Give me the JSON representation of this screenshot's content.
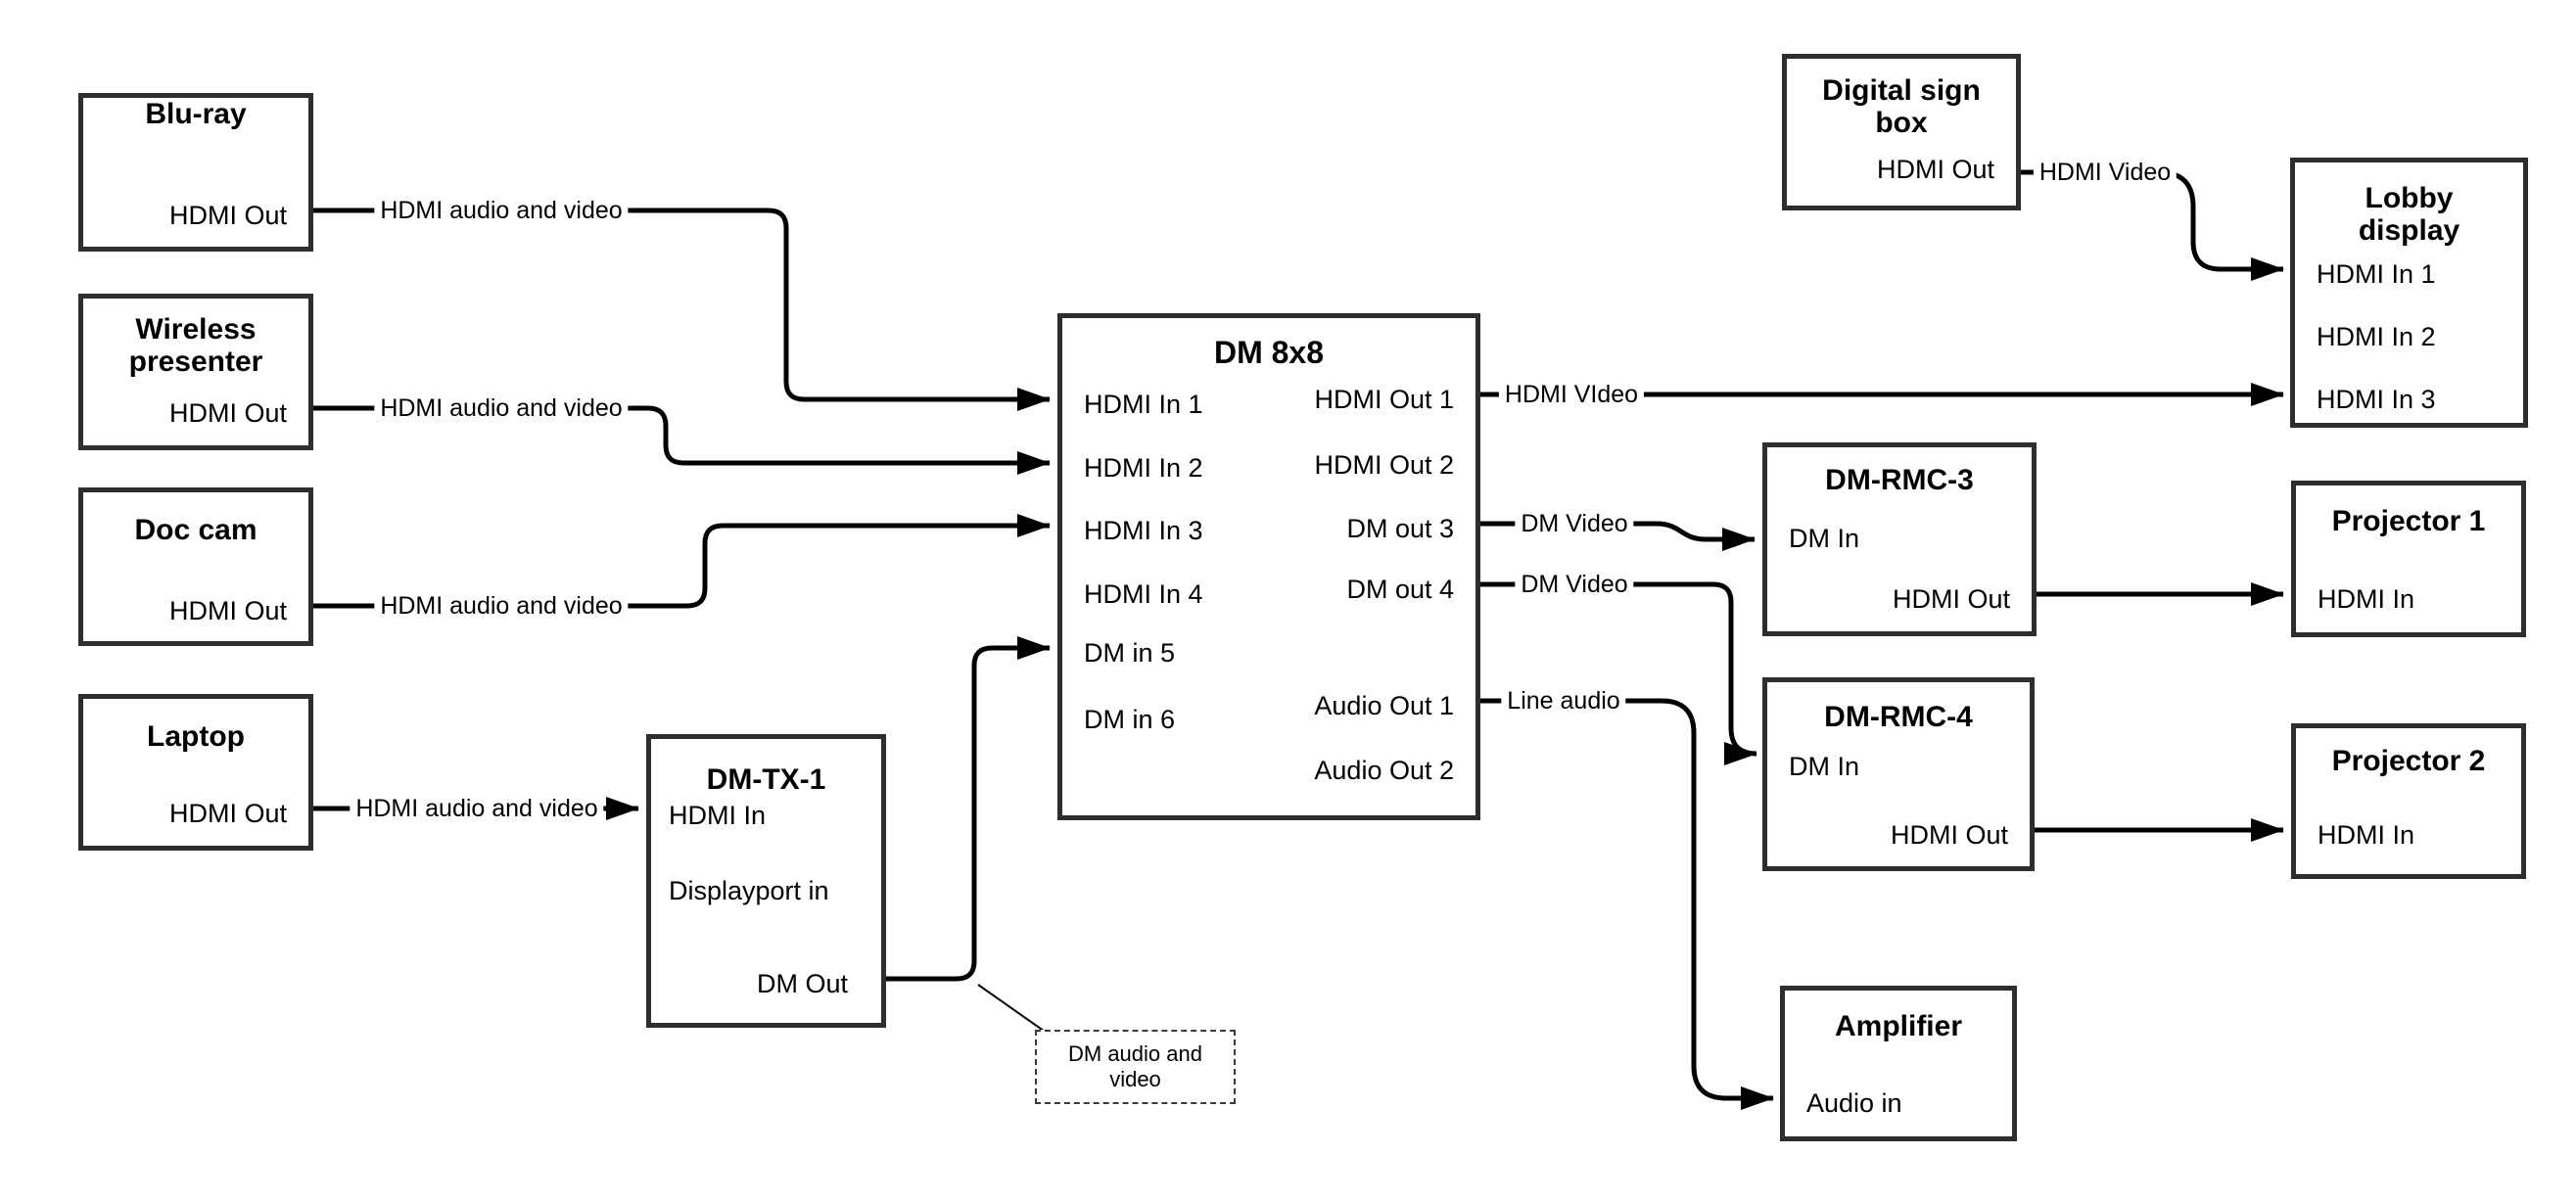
{
  "colors": {
    "line": "#000000",
    "box_border": "#2e2e2e",
    "background": "#ffffff",
    "text": "#000000"
  },
  "nodes": {
    "bluray": {
      "title": "Blu-ray",
      "hdmi_out": "HDMI Out"
    },
    "wireless": {
      "title": "Wireless presenter",
      "hdmi_out": "HDMI Out"
    },
    "doccam": {
      "title": "Doc cam",
      "hdmi_out": "HDMI Out"
    },
    "laptop": {
      "title": "Laptop",
      "hdmi_out": "HDMI Out"
    },
    "dmtx1": {
      "title": "DM-TX-1",
      "hdmi_in": "HDMI In",
      "displayport_in": "Displayport in",
      "dm_out": "DM Out"
    },
    "dm8x8": {
      "title": "DM 8x8",
      "inputs": [
        "HDMI In 1",
        "HDMI In 2",
        "HDMI In 3",
        "HDMI In 4",
        "DM in 5",
        "DM in 6"
      ],
      "outputs": [
        "HDMI Out 1",
        "HDMI Out 2",
        "DM out 3",
        "DM out 4",
        "Audio Out 1",
        "Audio Out 2"
      ]
    },
    "signbox": {
      "title": "Digital sign box",
      "hdmi_out": "HDMI Out"
    },
    "lobby": {
      "title": "Lobby display",
      "inputs": [
        "HDMI In 1",
        "HDMI In 2",
        "HDMI In 3"
      ]
    },
    "rmc3": {
      "title": "DM-RMC-3",
      "dm_in": "DM In",
      "hdmi_out": "HDMI Out"
    },
    "proj1": {
      "title": "Projector 1",
      "hdmi_in": "HDMI In"
    },
    "rmc4": {
      "title": "DM-RMC-4",
      "dm_in": "DM In",
      "hdmi_out": "HDMI Out"
    },
    "proj2": {
      "title": "Projector 2",
      "hdmi_in": "HDMI In"
    },
    "amp": {
      "title": "Amplifier",
      "audio_in": "Audio in"
    }
  },
  "edge_labels": {
    "bluray_dm": "HDMI audio and video",
    "wireless_dm": "HDMI audio and video",
    "doccam_dm": "HDMI audio and video",
    "laptop_tx": "HDMI audio and video",
    "hdmi_out_1": "HDMI VIdeo",
    "dm_out_3": "DM Video",
    "dm_out_4": "DM Video",
    "audio_out_1": "Line audio",
    "sign_lobby": "HDMI Video",
    "note": "DM audio and video"
  }
}
